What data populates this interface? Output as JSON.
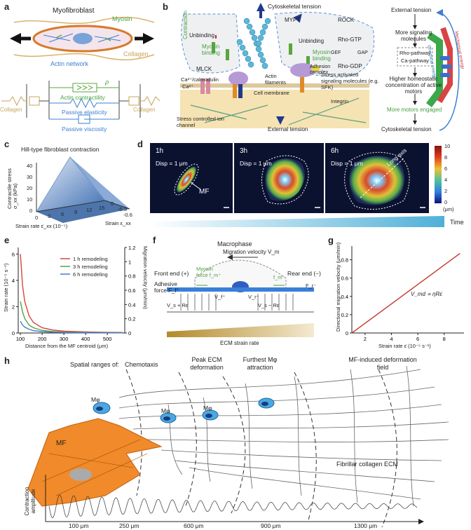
{
  "panel_letters": [
    "a",
    "b",
    "c",
    "d",
    "e",
    "f",
    "g",
    "h"
  ],
  "a": {
    "title": "Myofibroblast",
    "myosin": "Myosin",
    "collagen": "Collagen",
    "actin_network": "Actin network",
    "actin_contractility": "Actin contractility",
    "rho": "ρ",
    "passive_elasticity": "Passive elasticity",
    "passive_viscosity": "Passive viscosity",
    "collagen_left": "Collagen",
    "collagen_right": "Collagen"
  },
  "b": {
    "cytoskeletal_tension_top": "Cytoskeletal tension",
    "contraction": "Contraction",
    "unbinding_left": "Unbinding",
    "myosin_binding_left": "Myosin binding",
    "mlck": "MLCK",
    "calmodulin": "Ca²⁺/calmodulin",
    "ca": "Ca²⁺",
    "stress_channel": "Stress controlled ion channel",
    "actin_filaments": "Actin filaments",
    "cell_membrane": "Cell membrane",
    "mypt": "MYPT",
    "rock": "ROCK",
    "unbinding_right": "Unbinding",
    "myosin_binding_right": "Myosin binding",
    "rho_gtp": "Rho-GTP",
    "rho_gdp": "Rho-GDP",
    "gef": "GEF",
    "gap": "GAP",
    "stress_signal": "Stress activated signaling molecules (e.g. SFK)",
    "adhesion_complex": "Adhesion complex",
    "integrin": "Integrin",
    "external_tension": "External tension",
    "flow": {
      "external_tension": "External tension",
      "more_signaling": "More signaling molecules",
      "rho_pathway": "Rho-pathway",
      "ca_pathway": "Ca-pathway",
      "higher_concentration": "Higher homeostatic concentration of active motors",
      "more_motors": "More motors engaged",
      "cytoskeletal_tension": "Cytoskeletal tension",
      "chemical_energy": "Chemical energy",
      "mechanical_energy": "Mechanical energy"
    }
  },
  "c": {
    "title": "Hill-type fibroblast contraction",
    "zlabel": "Contractile stress σ_xx (kPa)",
    "z_ticks": [
      "0",
      "10",
      "20",
      "30",
      "40"
    ],
    "xlabel": "Strain rate ε̇_xx (10⁻⁵)",
    "x_ticks": [
      "0",
      "3",
      "6",
      "9",
      "12",
      "15"
    ],
    "ylabel": "Strain ε_xx",
    "y_ticks": [
      "0",
      "-0.3",
      "-0.6"
    ]
  },
  "d": {
    "frames": [
      {
        "time": "1h",
        "disp": "Disp = 1 μm",
        "mf": "MF"
      },
      {
        "time": "3h",
        "disp": "Disp = 1 μm"
      },
      {
        "time": "6h",
        "disp": "Disp = 1 μm",
        "long_axis": "Long axis"
      }
    ],
    "colorbar_ticks": [
      "10",
      "8",
      "6",
      "4",
      "2",
      "0"
    ],
    "colorbar_unit": "(μm)",
    "time_label": "Time"
  },
  "e": {
    "ylabel_left": "Strain rate (10⁻⁵ s⁻¹)",
    "ylabel_right": "Migration velocity (μm/min)",
    "xlabel": "Distance from the MF centroid (μm)",
    "legend": [
      "1 h remodeling",
      "3 h remodeling",
      "6 h remodeling"
    ]
  },
  "f": {
    "macrophase": "Macrophase",
    "migration_velocity": "Migration velocity V_m",
    "front_end": "Front end (+)",
    "rear_end": "Rear end (−)",
    "myosin_force": "Myosin force f_m⁺",
    "fm_minus": "f_m⁻",
    "adhesive_force": "Adhesive force F_f⁺",
    "fr_minus": "F_r⁻",
    "vf_plus": "V_f⁺",
    "vr_minus": "V_r⁻",
    "vs_plus": "V_s + Rε̇",
    "vs_minus": "V_s − Rε̇",
    "ecm_strain_rate": "ECM strain rate"
  },
  "g": {
    "ylabel": "Directional migration velocity (μm/min)",
    "xlabel": "Strain rate ε̇ (10⁻⁵ s⁻¹)",
    "equation": "V_md ∝ ηRε̇"
  },
  "h": {
    "spatial_ranges": "Spatial ranges of:",
    "chemotaxis": "Chemotaxis",
    "peak_ecm": "Peak ECM deformation",
    "furthest": "Furthest Mφ attraction",
    "mf_induced": "MF-induced deformation field",
    "mf": "MF",
    "mphi": "Mφ",
    "fibrillar": "Fibrillar collagen ECM",
    "contraction_amplitude": "Contraction amplitude",
    "distances": [
      "100 μm",
      "250 μm",
      "600 μm",
      "900 μm",
      "1300 μm"
    ]
  },
  "chart_data": [
    {
      "panel": "e",
      "type": "line",
      "xlabel": "Distance from the MF centroid (μm)",
      "ylabel": "Strain rate (10⁻⁵ s⁻¹)",
      "y2label": "Migration velocity (μm/min)",
      "x_ticks": [
        100,
        200,
        300,
        400,
        500
      ],
      "y_ticks": [
        0,
        2,
        4,
        6
      ],
      "y2_ticks": [
        0,
        0.2,
        0.4,
        0.6,
        0.8,
        1.0,
        1.2
      ],
      "xlim": [
        90,
        580
      ],
      "ylim": [
        0,
        6.5
      ],
      "series": [
        {
          "name": "1 h remodeling",
          "color": "#d9453d",
          "x": [
            100,
            110,
            120,
            140,
            160,
            200,
            250,
            300,
            400,
            500,
            570
          ],
          "y": [
            6.0,
            3.6,
            2.4,
            1.3,
            0.8,
            0.4,
            0.22,
            0.14,
            0.08,
            0.05,
            0.04
          ]
        },
        {
          "name": "3 h remodeling",
          "color": "#4aa84a",
          "x": [
            100,
            110,
            120,
            140,
            160,
            200,
            250,
            300,
            400,
            500,
            570
          ],
          "y": [
            2.4,
            1.6,
            1.1,
            0.6,
            0.4,
            0.2,
            0.11,
            0.07,
            0.04,
            0.03,
            0.02
          ]
        },
        {
          "name": "6 h remodeling",
          "color": "#4a78c8",
          "x": [
            100,
            110,
            120,
            140,
            160,
            200,
            250,
            300,
            400,
            500,
            570
          ],
          "y": [
            0.9,
            0.6,
            0.45,
            0.28,
            0.18,
            0.1,
            0.06,
            0.04,
            0.02,
            0.015,
            0.01
          ]
        }
      ]
    },
    {
      "panel": "g",
      "type": "line",
      "xlabel": "Strain rate ε̇ (10⁻⁵ s⁻¹)",
      "ylabel": "Directional migration velocity (μm/min)",
      "x_ticks": [
        2,
        4,
        6,
        8
      ],
      "y_ticks": [
        0,
        0.2,
        0.4,
        0.6,
        0.8
      ],
      "xlim": [
        1,
        9.5
      ],
      "ylim": [
        0,
        0.95
      ],
      "series": [
        {
          "color": "#c0392b",
          "x": [
            1,
            9.2
          ],
          "y": [
            0,
            0.87
          ]
        }
      ]
    }
  ]
}
